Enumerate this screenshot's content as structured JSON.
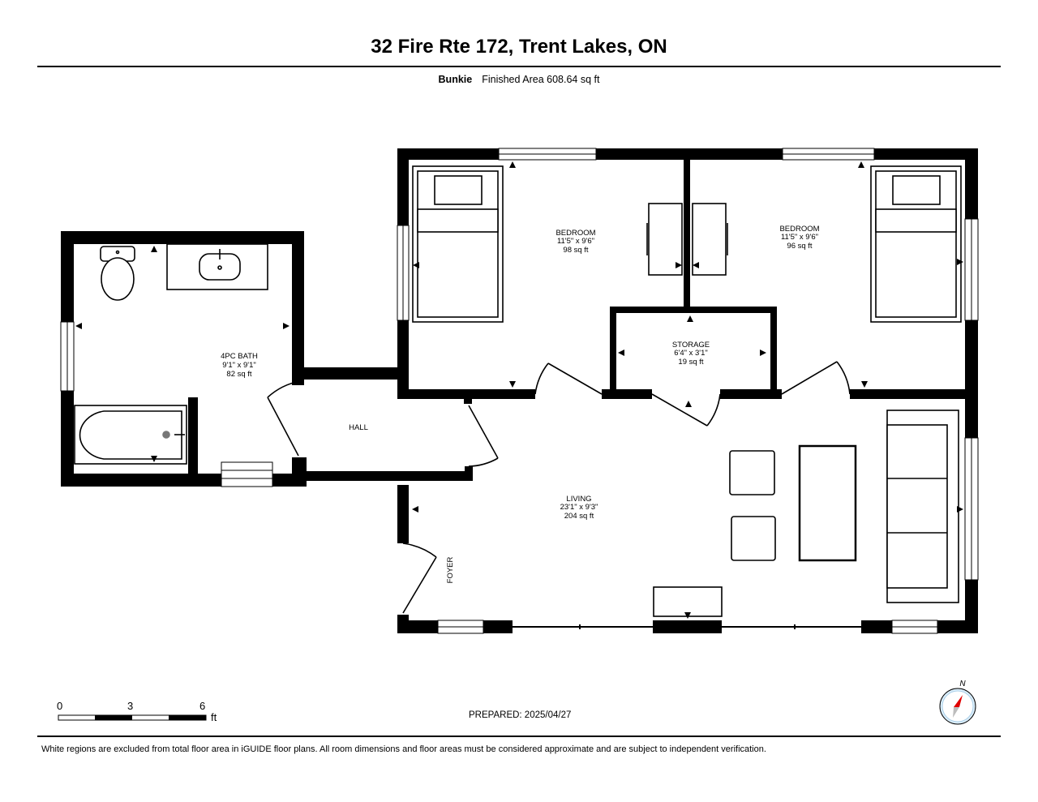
{
  "header": {
    "title": "32 Fire Rte 172, Trent Lakes, ON",
    "floor_name": "Bunkie",
    "finished_area": "Finished Area 608.64 sq ft"
  },
  "rooms": {
    "bedroom1": {
      "name": "BEDROOM",
      "dims": "11'5\" x 9'6\"",
      "area": "98 sq ft"
    },
    "bedroom2": {
      "name": "BEDROOM",
      "dims": "11'5\" x 9'6\"",
      "area": "96 sq ft"
    },
    "bath": {
      "name": "4PC BATH",
      "dims": "9'1\" x 9'1\"",
      "area": "82 sq ft"
    },
    "storage": {
      "name": "STORAGE",
      "dims": "6'4\" x 3'1\"",
      "area": "19 sq ft"
    },
    "hall": {
      "name": "HALL"
    },
    "living": {
      "name": "LIVING",
      "dims": "23'1\" x 9'3\"",
      "area": "204 sq ft"
    },
    "foyer": {
      "name": "FOYER"
    }
  },
  "scale": {
    "labels": [
      "0",
      "3",
      "6"
    ],
    "unit": "ft"
  },
  "compass": {
    "label": "N"
  },
  "prepared": "PREPARED: 2025/04/27",
  "disclaimer": "White regions are excluded from total floor area in iGUIDE floor plans. All room dimensions and floor areas must be considered approximate and are subject to independent verification."
}
